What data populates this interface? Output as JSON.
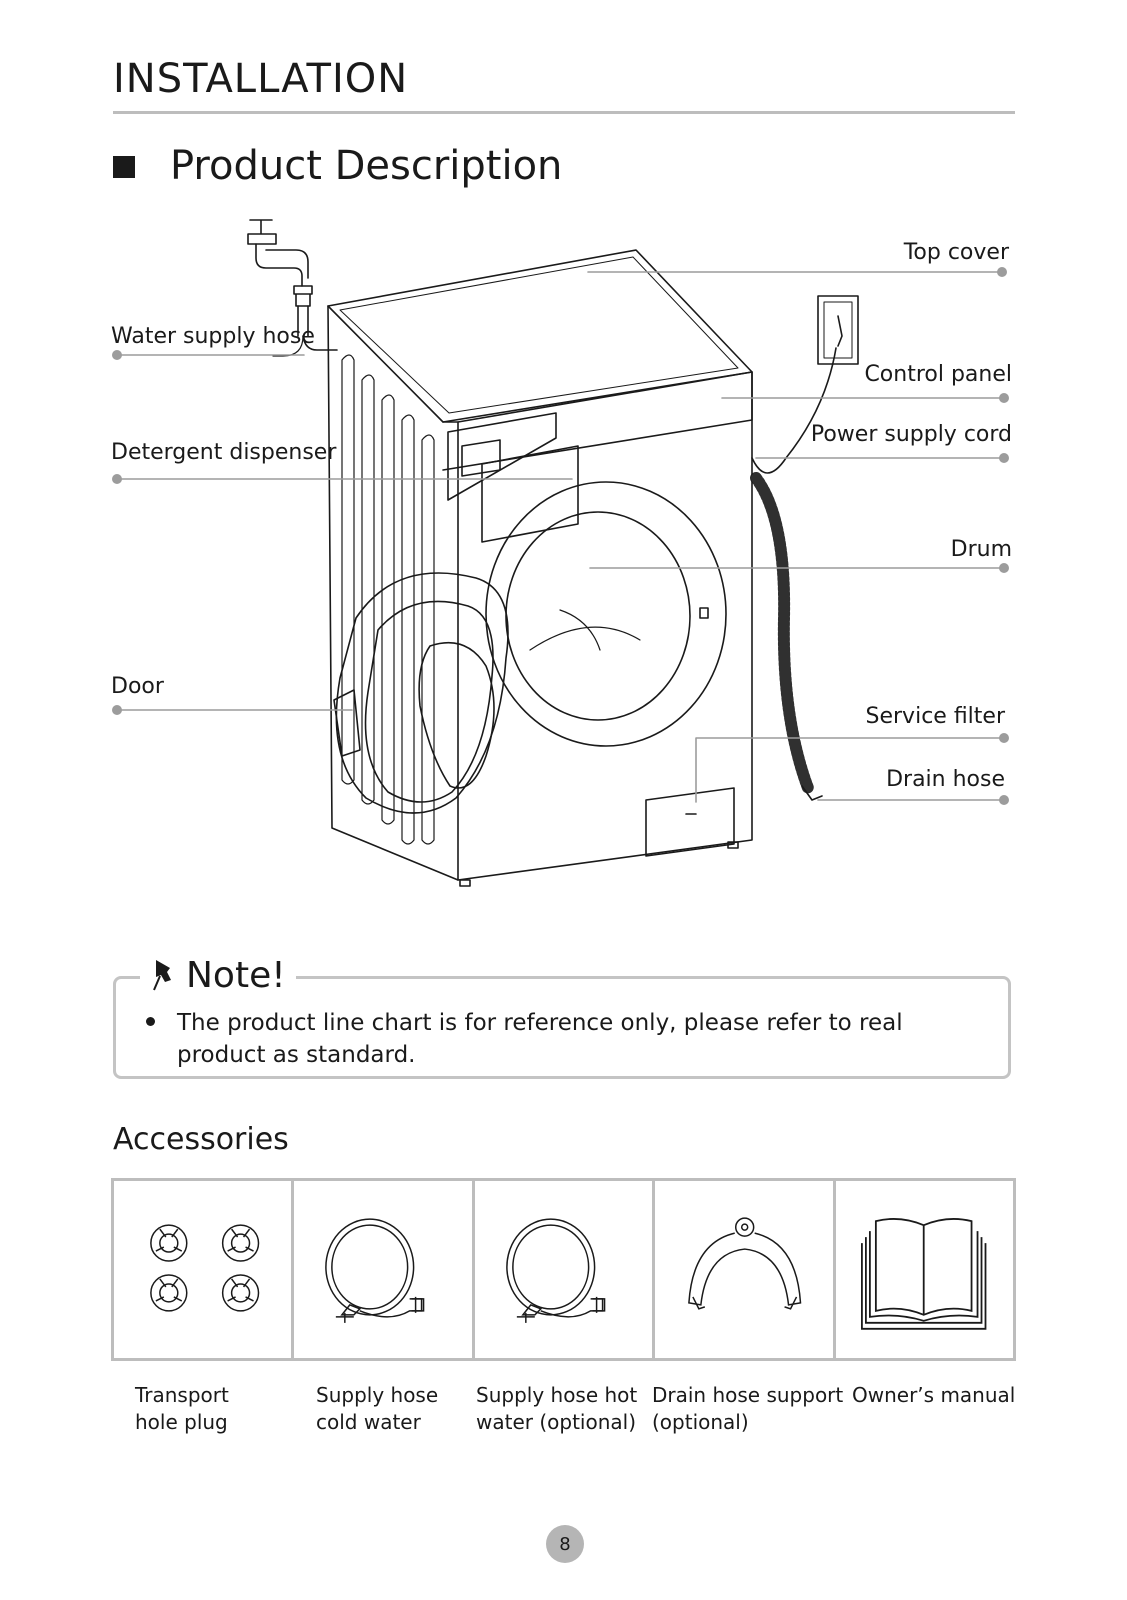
{
  "header": {
    "section_title": "INSTALLATION",
    "subtitle": "Product Description"
  },
  "callouts": {
    "water_supply_hose": "Water supply hose",
    "detergent_dispenser": "Detergent dispenser",
    "door": "Door",
    "top_cover": "Top cover",
    "control_panel": "Control panel",
    "power_supply_cord": "Power supply cord",
    "drum": "Drum",
    "service_filter": "Service filter",
    "drain_hose": "Drain hose"
  },
  "note": {
    "title": "Note!",
    "icon": "pushpin-icon",
    "text": "The product line chart is for reference only, please refer to real product as standard."
  },
  "accessories": {
    "title": "Accessories",
    "items": [
      {
        "icon": "transport-hole-plug-icon",
        "label": "Transport\nhole plug"
      },
      {
        "icon": "supply-hose-cold-icon",
        "label": "Supply hose\ncold water"
      },
      {
        "icon": "supply-hose-hot-icon",
        "label": "Supply hose hot\nwater (optional)"
      },
      {
        "icon": "drain-hose-support-icon",
        "label": "Drain hose support\n(optional)"
      },
      {
        "icon": "owners-manual-icon",
        "label": "Owner’s manual"
      }
    ]
  },
  "footer": {
    "page_number": "8"
  },
  "colors": {
    "rule": "#bdbdbd",
    "text": "#1a1a1a",
    "page_badge": "#b5b5b5"
  }
}
